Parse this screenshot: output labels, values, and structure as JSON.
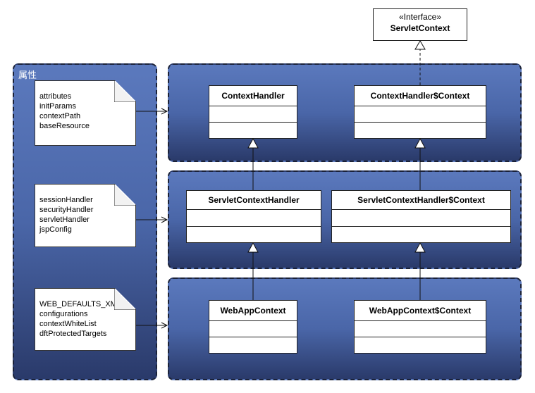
{
  "left_panel": {
    "label": "属性"
  },
  "notes": [
    {
      "lines": [
        "attributes",
        "initParams",
        "contextPath",
        "baseResource"
      ]
    },
    {
      "lines": [
        "sessionHandler",
        "securityHandler",
        "servletHandler",
        "jspConfig"
      ]
    },
    {
      "lines": [
        "WEB_DEFAULTS_XML",
        "configurations",
        "contextWhiteList",
        "dftProtectedTargets"
      ]
    }
  ],
  "interface": {
    "stereotype": "«Interface»",
    "name": "ServletContext"
  },
  "classes": {
    "context_handler": "ContextHandler",
    "context_handler_context": "ContextHandler$Context",
    "servlet_context_handler": "ServletContextHandler",
    "servlet_context_handler_context": "ServletContextHandler$Context",
    "webapp_context": "WebAppContext",
    "webapp_context_context": "WebAppContext$Context"
  }
}
